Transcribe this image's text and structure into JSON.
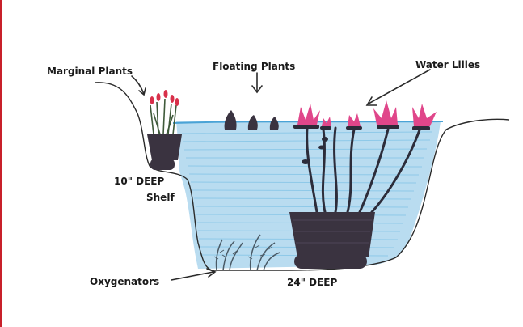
{
  "labels": {
    "marginal_plants": "Marginal Plants",
    "floating_plants": "Floating Plants",
    "water_lilies": "Water Lilies",
    "shelf_depth": "10\" DEEP",
    "shelf": "Shelf",
    "oxygenators": "Oxygenators",
    "pond_depth": "24\" DEEP"
  },
  "colors": {
    "water": "#b9dcf0",
    "water_stroke": "#4aa3d6",
    "outline": "#2a2a2a",
    "pot": "#3a3340",
    "stem": "#2c2c3a",
    "lily_flower": "#e0468a",
    "marginal_flower": "#d8304a",
    "marginal_leaf": "#3f5a3a",
    "border_accent": "#c8202a"
  }
}
